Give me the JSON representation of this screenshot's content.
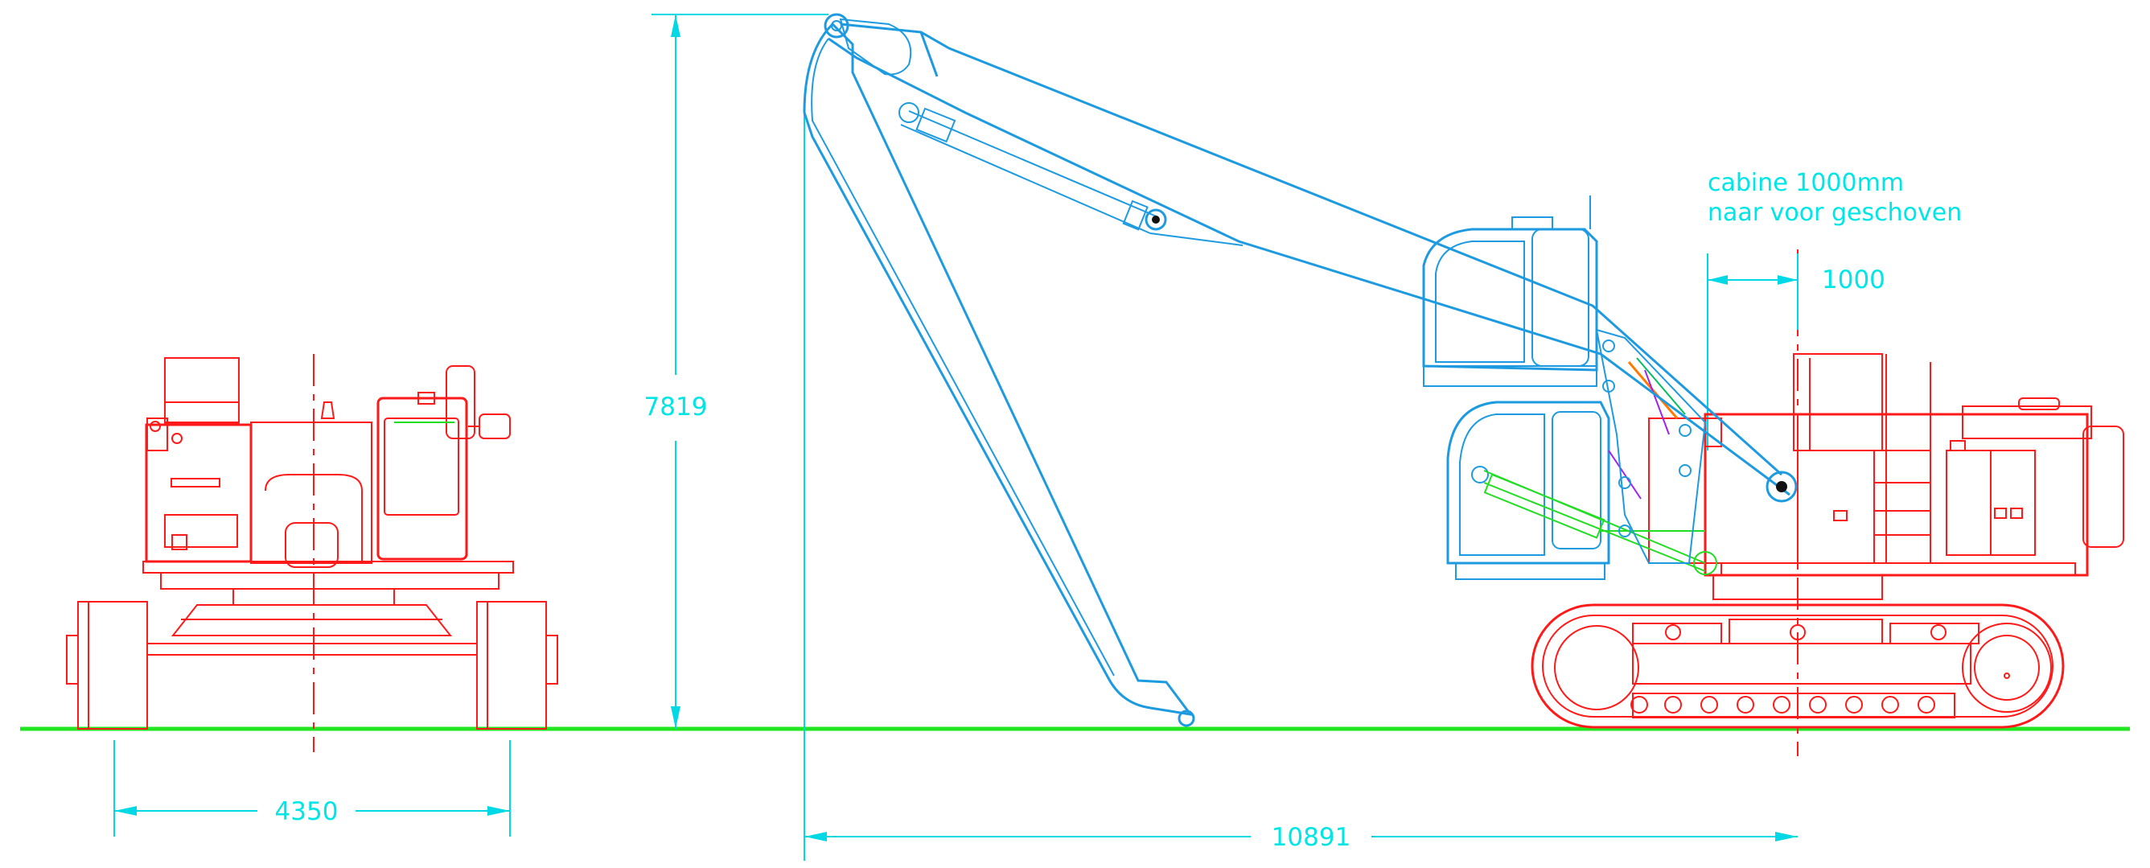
{
  "drawing": {
    "width_dim": "4350",
    "height_dim": "7819",
    "reach_dim": "10891",
    "cab_offset_dim": "1000",
    "note_line1": "cabine 1000mm",
    "note_line2": "naar voor geschoven"
  },
  "colors": {
    "ground": "#22e522",
    "dimension": "#00e6e6",
    "machine_body": "#ff1a1a",
    "boom_and_cabin": "#1e9be0",
    "cylinder": "#22dd22"
  }
}
